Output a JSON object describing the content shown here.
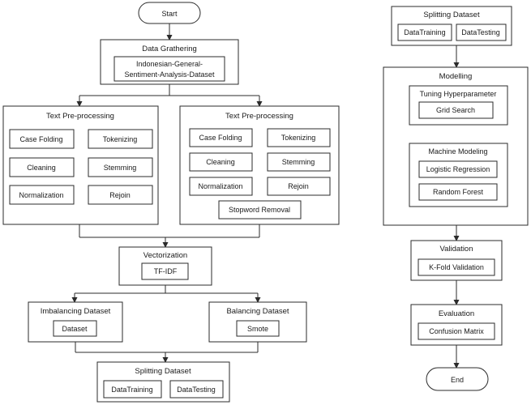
{
  "flow": {
    "start": "Start",
    "end": "End",
    "gathering": {
      "title": "Data Grathering",
      "dataset_line1": "Indonesian-General-",
      "dataset_line2": "Sentiment-Analysis-Dataset"
    },
    "preproc_left": {
      "title": "Text Pre-processing",
      "steps": [
        "Case Folding",
        "Tokenizing",
        "Cleaning",
        "Stemming",
        "Normalization",
        "Rejoin"
      ]
    },
    "preproc_right": {
      "title": "Text Pre-processing",
      "steps": [
        "Case Folding",
        "Tokenizing",
        "Cleaning",
        "Stemming",
        "Normalization",
        "Rejoin"
      ],
      "extra": "Stopword Removal"
    },
    "vectorization": {
      "title": "Vectorization",
      "method": "TF-IDF"
    },
    "imbalancing": {
      "title": "Imbalancing Dataset",
      "item": "Dataset"
    },
    "balancing": {
      "title": "Balancing Dataset",
      "item": "Smote"
    },
    "split_bottom": {
      "title": "Splitting Dataset",
      "train": "DataTraining",
      "test": "DataTesting"
    },
    "split_top": {
      "title": "Splitting Dataset",
      "train": "DataTraining",
      "test": "DataTesting"
    },
    "modelling": {
      "title": "Modelling",
      "tuning": {
        "title": "Tuning Hyperparameter",
        "item": "Grid Search"
      },
      "machine": {
        "title": "Machine Modeling",
        "model1": "Logistic Regression",
        "model2": "Random Forest"
      }
    },
    "validation": {
      "title": "Validation",
      "item": "K-Fold Validation"
    },
    "evaluation": {
      "title": "Evaluation",
      "item": "Confusion Matrix"
    }
  }
}
